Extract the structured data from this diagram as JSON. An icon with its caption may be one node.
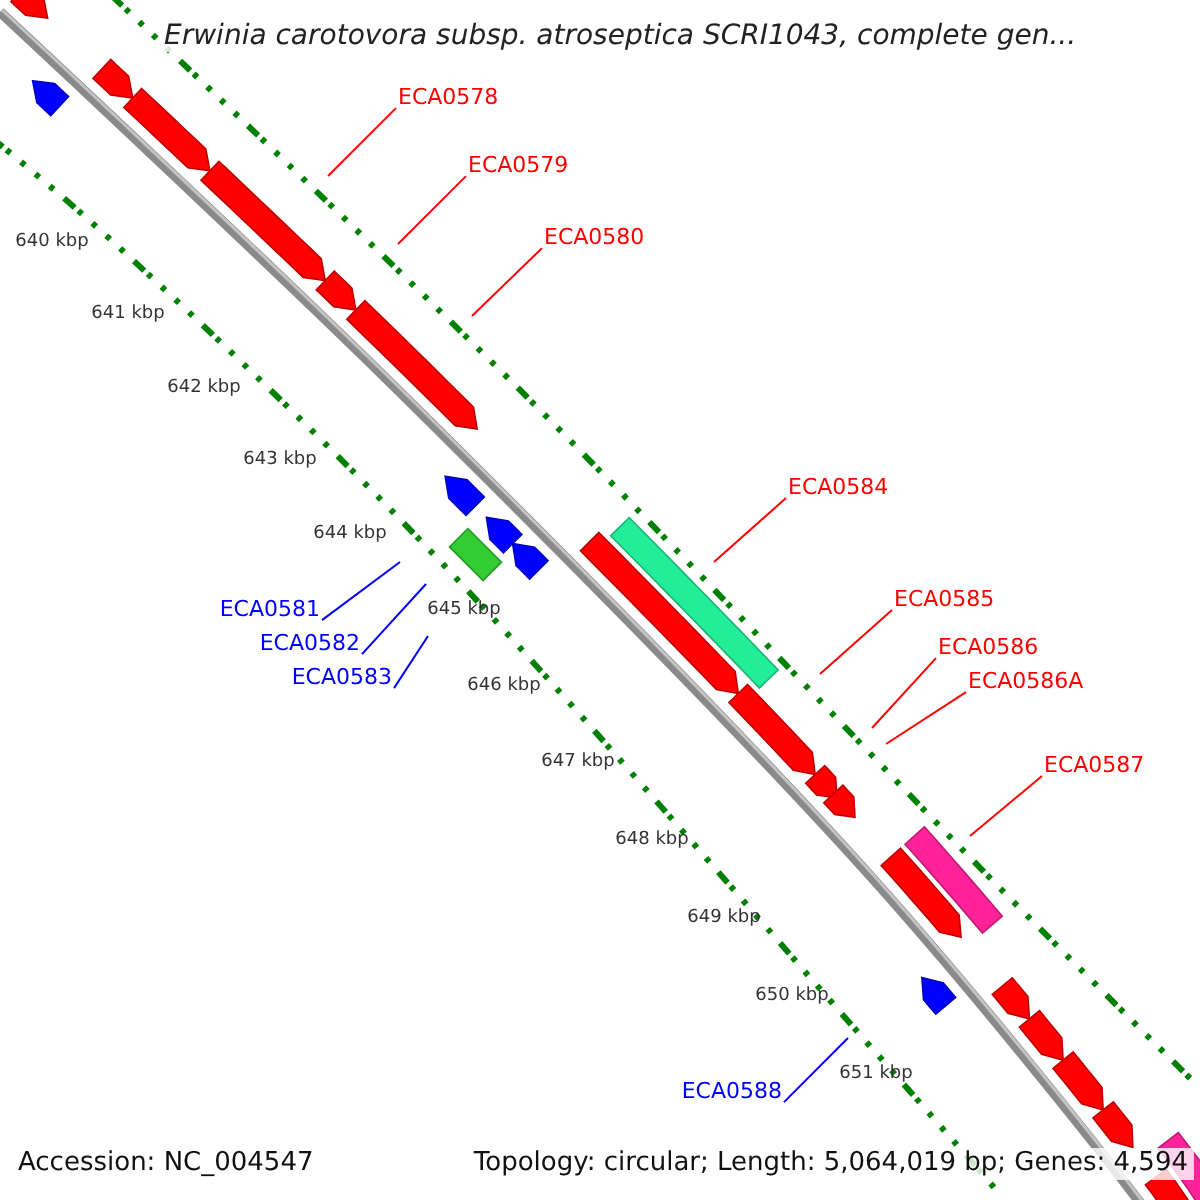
{
  "diagram": {
    "title": "Erwinia carotovora subsp. atroseptica SCRI1043, complete gen...",
    "nodes": [
      {
        "text": [
          "ECA0578"
        ]
      },
      {
        "text": [
          "ECA0579"
        ]
      },
      {
        "text": [
          "ECA0580"
        ]
      },
      {
        "text": [
          "ECA0584"
        ]
      },
      {
        "text": [
          "ECA0585"
        ]
      },
      {
        "text": [
          "ECA0581"
        ]
      },
      {
        "text": [
          "ECA0582"
        ]
      },
      {
        "text": [
          "ECA0586"
        ]
      },
      {
        "text": [
          "ECA0583"
        ]
      },
      {
        "text": [
          "ECA0586A"
        ]
      },
      {
        "text": [
          "ECA0587"
        ]
      },
      {
        "text": [
          "ECA0588"
        ]
      }
    ],
    "edges": [
      {
        "from": 0,
        "to": null,
        "arrow": "none"
      },
      {
        "from": 1,
        "to": null,
        "arrow": "none"
      },
      {
        "from": 2,
        "to": null,
        "arrow": "none"
      },
      {
        "from": 3,
        "to": null,
        "arrow": "none"
      },
      {
        "from": 4,
        "to": null,
        "arrow": "none"
      },
      {
        "from": 5,
        "to": null,
        "arrow": "none",
        "color": "#0000ff"
      },
      {
        "from": 6,
        "to": null,
        "arrow": "none",
        "color": "#0000ff"
      },
      {
        "from": 7,
        "to": null,
        "arrow": "none"
      },
      {
        "from": 8,
        "to": null,
        "arrow": "none",
        "color": "#0000ff"
      },
      {
        "from": 9,
        "to": null,
        "arrow": "none"
      },
      {
        "from": 10,
        "to": null,
        "arrow": "none"
      },
      {
        "from": 11,
        "to": null,
        "arrow": "none",
        "color": "#0000ff"
      }
    ],
    "labels": [
      "640 kbp",
      "641 kbp",
      "642 kbp",
      "643 kbp",
      "644 kbp",
      "645 kbp",
      "646 kbp",
      "647 kbp",
      "648 kbp",
      "649 kbp",
      "650 kbp",
      "651 kbp",
      "Accession: NC_004547",
      "Topology: circular; Length: 5,064,019 bp; Genes: 4,594"
    ]
  }
}
